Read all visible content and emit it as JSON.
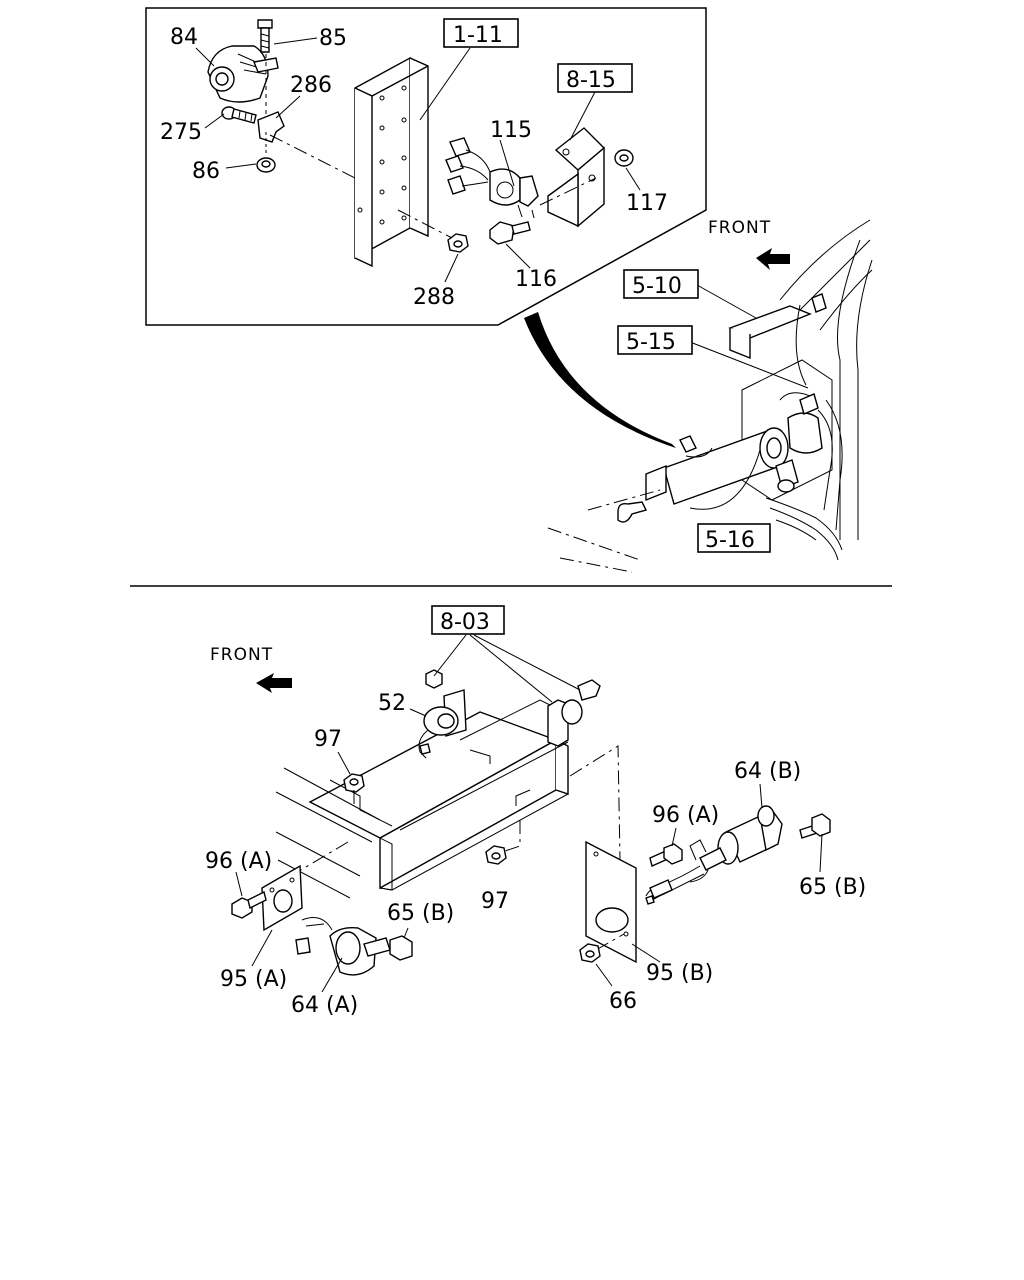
{
  "top": {
    "front_label": "FRONT",
    "refs": {
      "ref_1_11": "1-11",
      "ref_8_15": "8-15",
      "ref_5_10": "5-10",
      "ref_5_15": "5-15",
      "ref_5_16": "5-16"
    },
    "parts": {
      "p84": "84",
      "p85": "85",
      "p286": "286",
      "p275": "275",
      "p86": "86",
      "p115": "115",
      "p117": "117",
      "p116": "116",
      "p288": "288"
    }
  },
  "bottom": {
    "front_label": "FRONT",
    "refs": {
      "ref_8_03": "8-03"
    },
    "parts": {
      "p52": "52",
      "p97a": "97",
      "p97b": "97",
      "p96a_left": "96 (A)",
      "p96a_right": "96 (A)",
      "p64b": "64 (B)",
      "p65b_right": "65 (B)",
      "p65b_left": "65 (B)",
      "p95a": "95 (A)",
      "p64a": "64 (A)",
      "p95b": "95 (B)",
      "p66": "66"
    }
  }
}
